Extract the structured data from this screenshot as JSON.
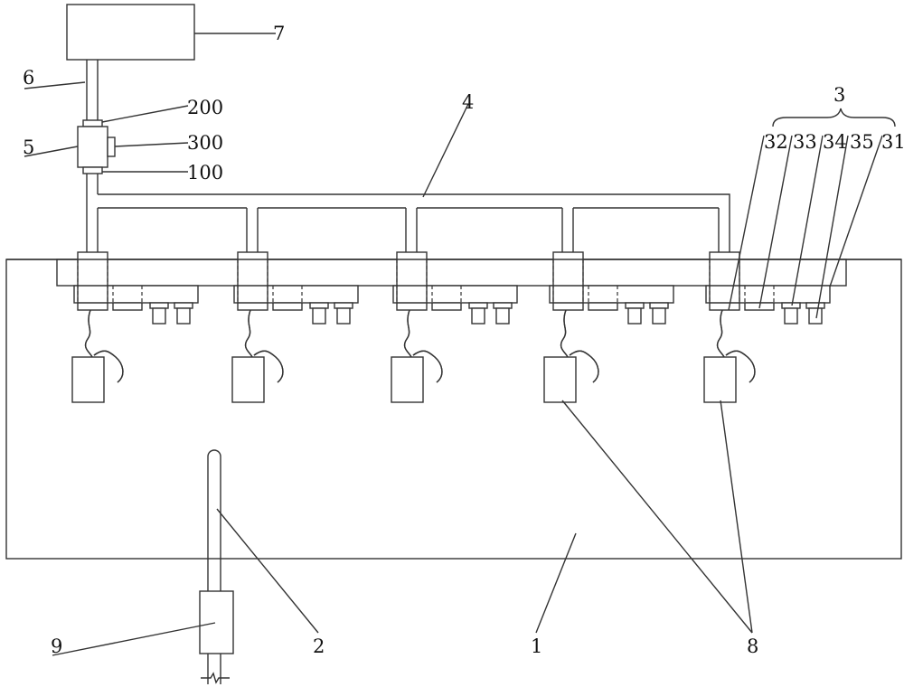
{
  "labels": {
    "tank": "1",
    "rod": "2",
    "group": "3",
    "pipe": "4",
    "connector": "5",
    "line": "6",
    "box": "7",
    "sensor": "8",
    "sleeve": "9",
    "l100": "100",
    "l200": "200",
    "l300": "300",
    "l31": "31",
    "l32": "32",
    "l33": "33",
    "l34": "34",
    "l35": "35"
  }
}
